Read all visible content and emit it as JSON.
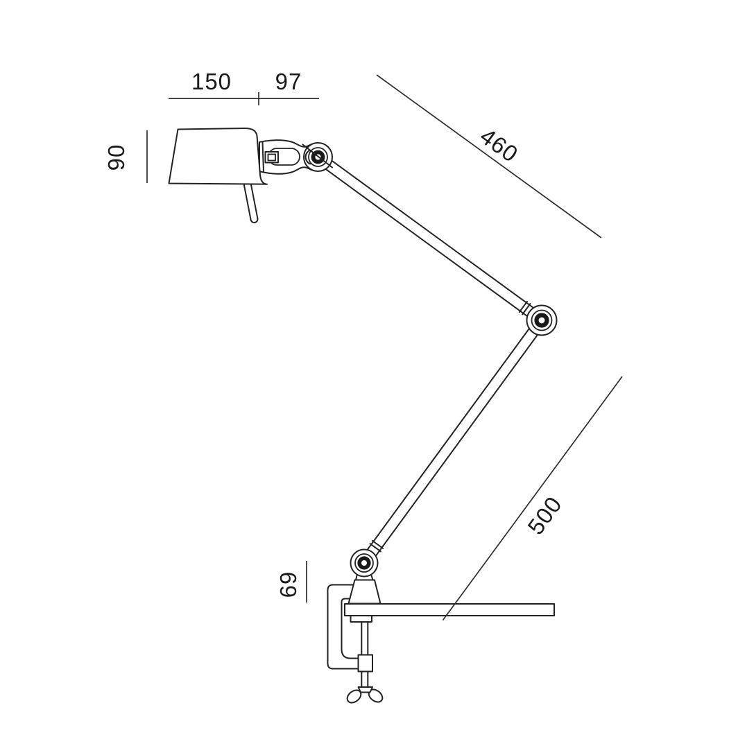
{
  "drawing": {
    "kind": "technical dimension drawing",
    "colors": {
      "background": "#ffffff",
      "line": "#222222",
      "label": "#1a1a1a"
    },
    "dimension_labels": {
      "shade_width": "150",
      "head_hinge_depth": "97",
      "shade_height": "90",
      "upper_arm_length": "460",
      "lower_arm_length": "500",
      "clamp_mount_height": "69"
    }
  }
}
